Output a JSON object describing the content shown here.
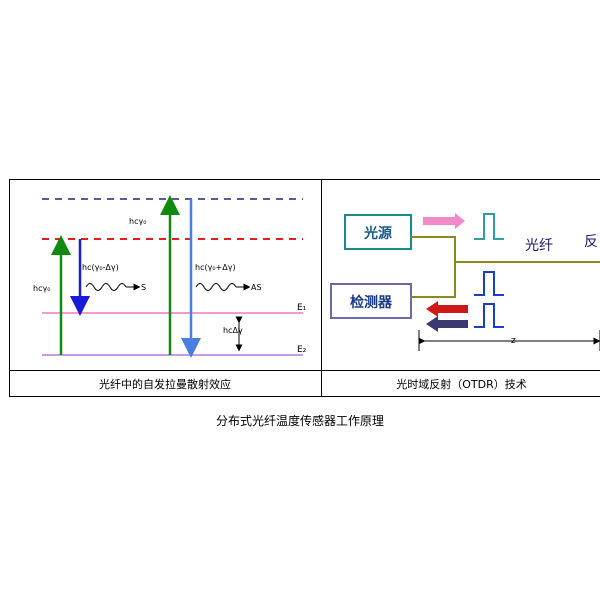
{
  "left_panel": {
    "labels": {
      "hcv0_top": "hcγ₀",
      "hcv0_mid": "hcγ₀",
      "stokes_energy": "hc(γ₀-Δγ)",
      "stokes_tag": "S",
      "antistokes_energy": "hc(γ₀+Δγ)",
      "antistokes_tag": "AS",
      "delta": "hcΔγ",
      "e1": "E₁",
      "e2": "E₂"
    },
    "caption": "光纤中的自发拉曼散射效应"
  },
  "right_panel": {
    "light_source": "光源",
    "detector": "检测器",
    "fiber": "光纤",
    "reflect": "反",
    "distance": "z",
    "caption": "光时域反射（OTDR）技术"
  },
  "figure_caption": "分布式光纤温度传感器工作原理",
  "colors": {
    "virtual_top": "#5a5a9c",
    "virtual_mid": "#e0201c",
    "level_e1": "#f29ad6",
    "level_e2": "#c69be8",
    "green_arrow": "#128a12",
    "blue_arrow": "#1a1ad8",
    "light_blue_arrow": "#4a7fe0",
    "box_source": "#1a8a8a",
    "box_detector": "#6e6aa8",
    "fiber": "#8a8a1a",
    "pulse_teal": "#2aa0a0",
    "pulse_blue": "#1a3fc4",
    "pink_arrow": "#f08ac8",
    "red_arrow": "#d01818",
    "navy_arrow": "#3a3a70"
  }
}
